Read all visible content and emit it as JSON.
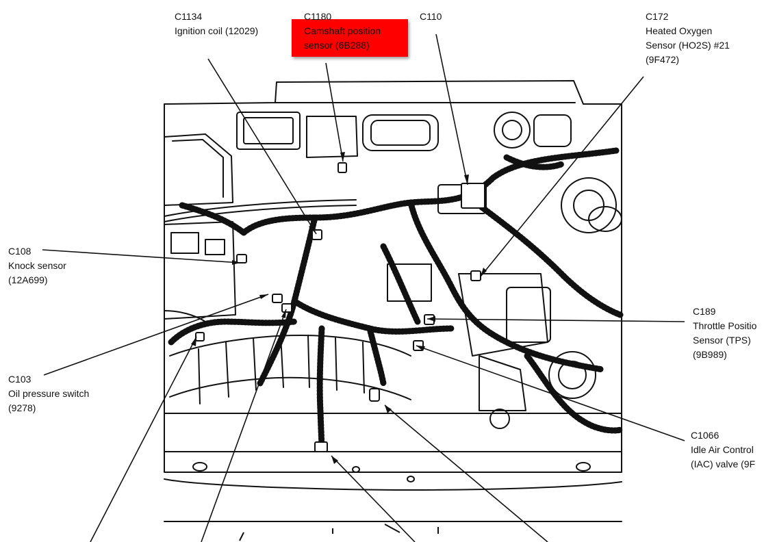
{
  "colors": {
    "highlight": "#ff0000",
    "ink": "#111111",
    "background": "#ffffff"
  },
  "callouts": [
    {
      "id": "c1134",
      "code": "C1134",
      "lines": [
        "Ignition coil (12029)"
      ]
    },
    {
      "id": "c1180",
      "code": "C1180",
      "lines": [
        "Camshaft position",
        "sensor (6B288)"
      ],
      "highlighted": true
    },
    {
      "id": "c110",
      "code": "C110",
      "lines": []
    },
    {
      "id": "c172",
      "code": "C172",
      "lines": [
        "Heated Oxygen",
        "Sensor (HO2S) #21",
        "(9F472)"
      ]
    },
    {
      "id": "c108",
      "code": "C108",
      "lines": [
        "Knock sensor",
        "(12A699)"
      ]
    },
    {
      "id": "c103",
      "code": "C103",
      "lines": [
        "Oil pressure switch",
        "(9278)"
      ]
    },
    {
      "id": "c189",
      "code": "C189",
      "lines": [
        "Throttle Positio",
        "Sensor (TPS)",
        "(9B989)"
      ]
    },
    {
      "id": "c1066",
      "code": "C1066",
      "lines": [
        "Idle Air Control",
        "(IAC) valve (9F"
      ]
    }
  ]
}
